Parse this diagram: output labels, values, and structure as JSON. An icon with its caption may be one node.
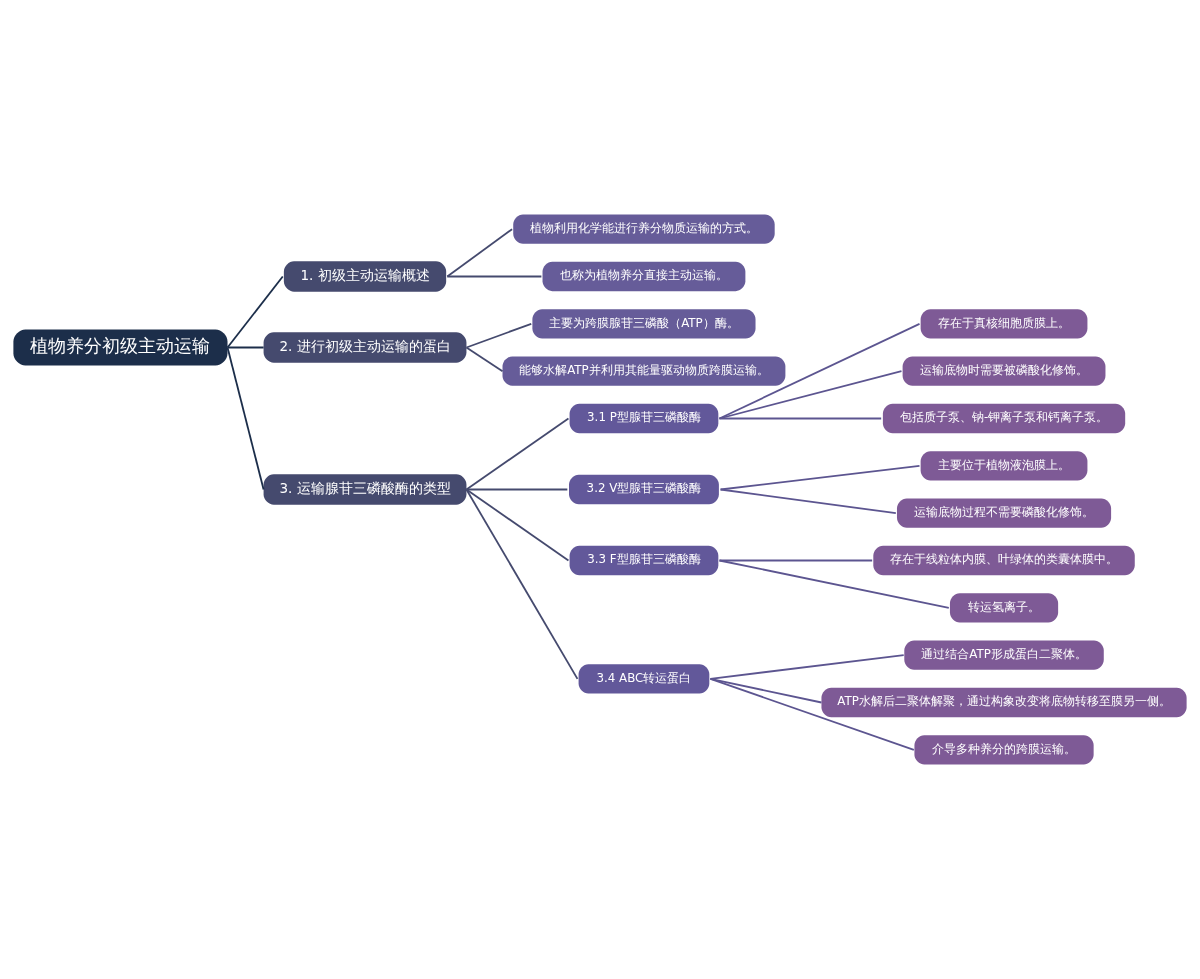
{
  "diagram": {
    "nodes": [
      {
        "text": [
          "植物养分初级主动运输"
        ]
      },
      {
        "text": [
          "1. 初级主动运输概述"
        ]
      },
      {
        "text": [
          "植物利用化学能进行养分物质运输的方式。"
        ]
      },
      {
        "text": [
          "也称为植物养分直接主动运输。"
        ]
      },
      {
        "text": [
          "2. 进行初级主动运输的蛋白"
        ]
      },
      {
        "text": [
          "主要为跨膜腺苷三磷酸（ATP）酶。"
        ]
      },
      {
        "text": [
          "能够水解ATP并利用其能量驱动物质跨膜运输。"
        ]
      },
      {
        "text": [
          "3. 运输腺苷三磷酸酶的类型"
        ]
      },
      {
        "text": [
          "3.1 P型腺苷三磷酸酶"
        ]
      },
      {
        "text": [
          "存在于真核细胞质膜上。"
        ]
      },
      {
        "text": [
          "运输底物时需要被磷酸化修饰。"
        ]
      },
      {
        "text": [
          "包括质子泵、钠-钾离子泵和钙离子泵。"
        ]
      },
      {
        "text": [
          "3.2 V型腺苷三磷酸酶"
        ]
      },
      {
        "text": [
          "主要位于植物液泡膜上。"
        ]
      },
      {
        "text": [
          "运输底物过程不需要磷酸化修饰。"
        ]
      },
      {
        "text": [
          "3.3 F型腺苷三磷酸酶"
        ]
      },
      {
        "text": [
          "存在于线粒体内膜、叶绿体的类囊体膜中。"
        ]
      },
      {
        "text": [
          "转运氢离子。"
        ]
      },
      {
        "text": [
          "3.4 ABC转运蛋白"
        ]
      },
      {
        "text": [
          "通过结合ATP形成蛋白二聚体。"
        ]
      },
      {
        "text": [
          "ATP水解后二聚体解聚，通过构象改变将底物转移至膜另一侧。"
        ]
      },
      {
        "text": [
          "介导多种养分的跨膜运输。"
        ]
      }
    ],
    "edges": [
      {
        "from": 0,
        "to": 1,
        "arrow": "none",
        "color": "#1c2e4a"
      },
      {
        "from": 0,
        "to": 4,
        "arrow": "none",
        "color": "#1c2e4a"
      },
      {
        "from": 0,
        "to": 7,
        "arrow": "none",
        "color": "#1c2e4a"
      },
      {
        "from": 1,
        "to": 2,
        "arrow": "none",
        "color": "#454a6e"
      },
      {
        "from": 1,
        "to": 3,
        "arrow": "none",
        "color": "#454a6e"
      },
      {
        "from": 4,
        "to": 5,
        "arrow": "none",
        "color": "#454a6e"
      },
      {
        "from": 4,
        "to": 6,
        "arrow": "none",
        "color": "#454a6e"
      },
      {
        "from": 7,
        "to": 8,
        "arrow": "none",
        "color": "#454a6e"
      },
      {
        "from": 7,
        "to": 12,
        "arrow": "none",
        "color": "#454a6e"
      },
      {
        "from": 7,
        "to": 15,
        "arrow": "none",
        "color": "#454a6e"
      },
      {
        "from": 7,
        "to": 18,
        "arrow": "none",
        "color": "#454a6e"
      },
      {
        "from": 8,
        "to": 9,
        "arrow": "none"
      },
      {
        "from": 8,
        "to": 10,
        "arrow": "none"
      },
      {
        "from": 8,
        "to": 11,
        "arrow": "none"
      },
      {
        "from": 12,
        "to": 13,
        "arrow": "none"
      },
      {
        "from": 12,
        "to": 14,
        "arrow": "none"
      },
      {
        "from": 15,
        "to": 16,
        "arrow": "none"
      },
      {
        "from": 15,
        "to": 17,
        "arrow": "none"
      },
      {
        "from": 18,
        "to": 19,
        "arrow": "none"
      },
      {
        "from": 18,
        "to": 20,
        "arrow": "none"
      },
      {
        "from": 18,
        "to": 21,
        "arrow": "none"
      }
    ]
  }
}
